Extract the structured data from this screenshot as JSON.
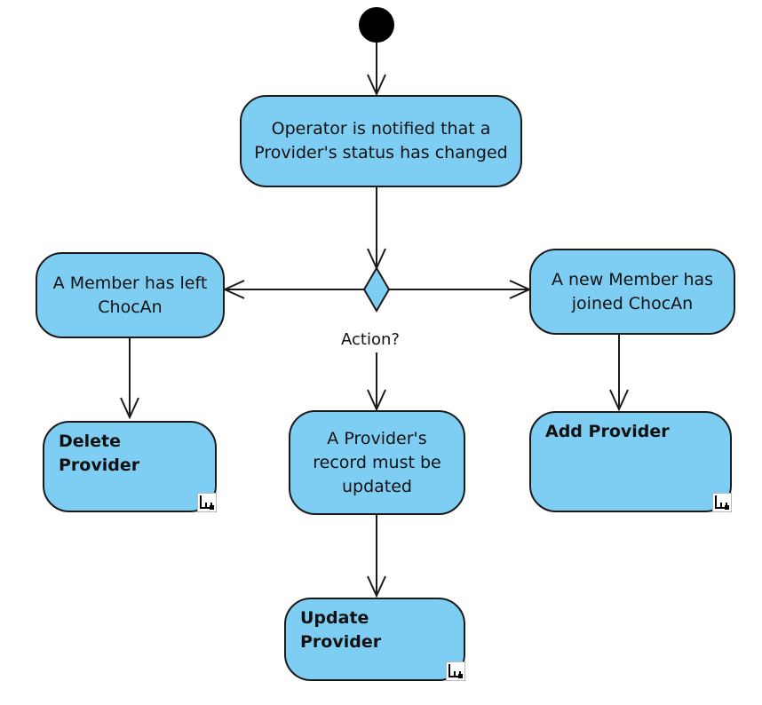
{
  "colors": {
    "node_fill": "#7ecef4",
    "stroke": "#1a1a1a",
    "start": "#000000"
  },
  "nodes": {
    "notify": "Operator is notified that a Provider's status has changed",
    "member_left": "A Member has left ChocAn",
    "member_joined": "A new Member has joined ChocAn",
    "record_update": "A Provider's record must be updated",
    "delete_provider": "Delete Provider",
    "add_provider": "Add Provider",
    "update_provider": "Update Provider"
  },
  "decision": {
    "guard": "Action?"
  },
  "icons": {
    "call_behavior": "rake-icon"
  }
}
